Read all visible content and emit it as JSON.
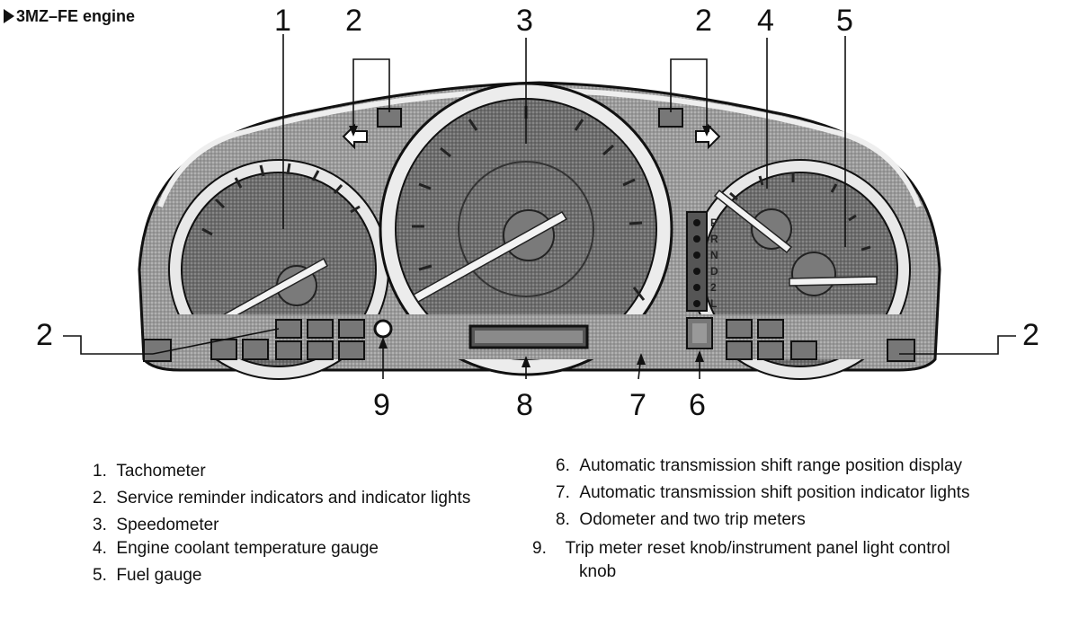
{
  "header": {
    "engine_label": "3MZ–FE engine"
  },
  "callouts": [
    "1",
    "2",
    "3",
    "2",
    "4",
    "5",
    "2",
    "2",
    "9",
    "8",
    "7",
    "6"
  ],
  "gear_letters": [
    "P",
    "R",
    "N",
    "D",
    "2",
    "L"
  ],
  "legend_left": [
    {
      "num": "1.",
      "text": "Tachometer"
    },
    {
      "num": "2.",
      "text": "Service reminder indicators and indicator lights"
    },
    {
      "num": "3.",
      "text": "Speedometer"
    },
    {
      "num": "4.",
      "text": "Engine coolant temperature gauge"
    },
    {
      "num": "5.",
      "text": "Fuel gauge"
    }
  ],
  "legend_right": [
    {
      "num": "6.",
      "text": "Automatic transmission shift range position display"
    },
    {
      "num": "7.",
      "text": "Automatic transmission shift position indicator lights"
    },
    {
      "num": "8.",
      "text": "Odometer and two trip meters"
    },
    {
      "num": "9.",
      "text": "Trip meter reset knob/instrument panel light control knob"
    }
  ]
}
